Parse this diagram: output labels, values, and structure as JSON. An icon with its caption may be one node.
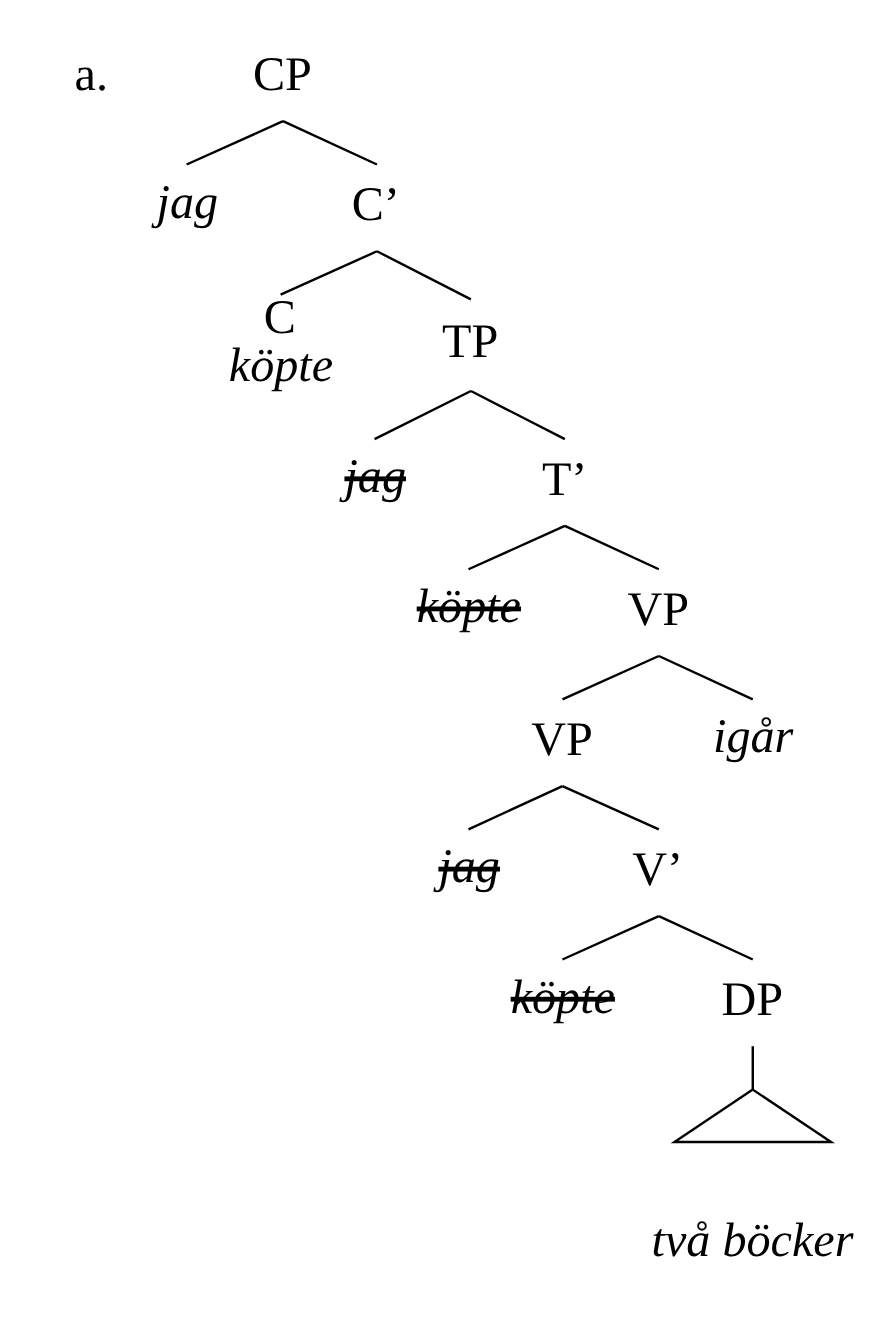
{
  "diagram": {
    "nodes": [
      {
        "text": [
          "CP"
        ]
      },
      {
        "text": [
          "jag"
        ]
      },
      {
        "text": [
          "C’"
        ]
      },
      {
        "text": [
          "C",
          "köpte"
        ]
      },
      {
        "text": [
          "TP"
        ]
      },
      {
        "text": [
          "jag"
        ]
      },
      {
        "text": [
          "T’"
        ]
      },
      {
        "text": [
          "köpte"
        ]
      },
      {
        "text": [
          "VP"
        ]
      },
      {
        "text": [
          "VP"
        ]
      },
      {
        "text": [
          "igår"
        ]
      },
      {
        "text": [
          "jag"
        ]
      },
      {
        "text": [
          "V’"
        ]
      },
      {
        "text": [
          "köpte"
        ]
      },
      {
        "text": [
          "DP"
        ]
      },
      {
        "text": [],
        "shape": "triangle"
      },
      {
        "text": [
          "två böcker"
        ]
      }
    ],
    "edges": [
      {
        "from": 0,
        "to": 1,
        "arrow": "none"
      },
      {
        "from": 0,
        "to": 2,
        "arrow": "none"
      },
      {
        "from": 2,
        "to": 3,
        "arrow": "none"
      },
      {
        "from": 2,
        "to": 4,
        "arrow": "none"
      },
      {
        "from": 4,
        "to": 5,
        "arrow": "none"
      },
      {
        "from": 4,
        "to": 6,
        "arrow": "none"
      },
      {
        "from": 6,
        "to": 7,
        "arrow": "none"
      },
      {
        "from": 6,
        "to": 8,
        "arrow": "none"
      },
      {
        "from": 8,
        "to": 9,
        "arrow": "none"
      },
      {
        "from": 8,
        "to": 10,
        "arrow": "none"
      },
      {
        "from": 9,
        "to": 11,
        "arrow": "none"
      },
      {
        "from": 9,
        "to": 12,
        "arrow": "none"
      },
      {
        "from": 12,
        "to": 13,
        "arrow": "none"
      },
      {
        "from": 12,
        "to": 14,
        "arrow": "none"
      },
      {
        "from": 14,
        "to": 15,
        "arrow": "none"
      }
    ],
    "labels": [
      "a."
    ]
  }
}
